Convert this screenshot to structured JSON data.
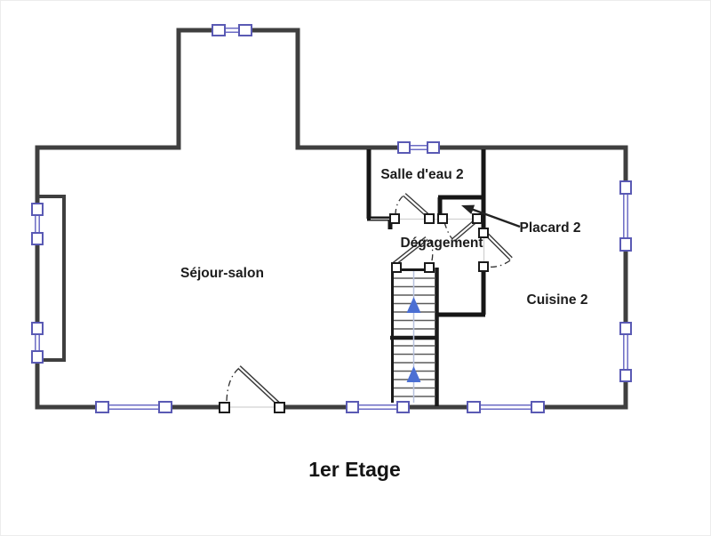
{
  "plan": {
    "floor_label": "1er Etage",
    "rooms": {
      "sejour_salon": {
        "label": "Séjour-salon"
      },
      "salle_deau_2": {
        "label": "Salle d'eau 2"
      },
      "degagement": {
        "label": "Dégagement"
      },
      "placard_2": {
        "label": "Placard 2"
      },
      "cuisine_2": {
        "label": "Cuisine 2"
      }
    },
    "symbols": {
      "staircase": {
        "direction": "up",
        "flights": 2,
        "arrow_count": 2
      },
      "window_count": 9,
      "door_count": 5
    },
    "colors": {
      "background": "#ffffff",
      "outer_wall": "#3f3f3f",
      "partition_wall": "#161616",
      "window_frame": "#5a5ab4",
      "window_glazing": "#6b6bc4",
      "stair_arrow": "#4b6fd3",
      "label_text": "#1c1c1c"
    }
  }
}
